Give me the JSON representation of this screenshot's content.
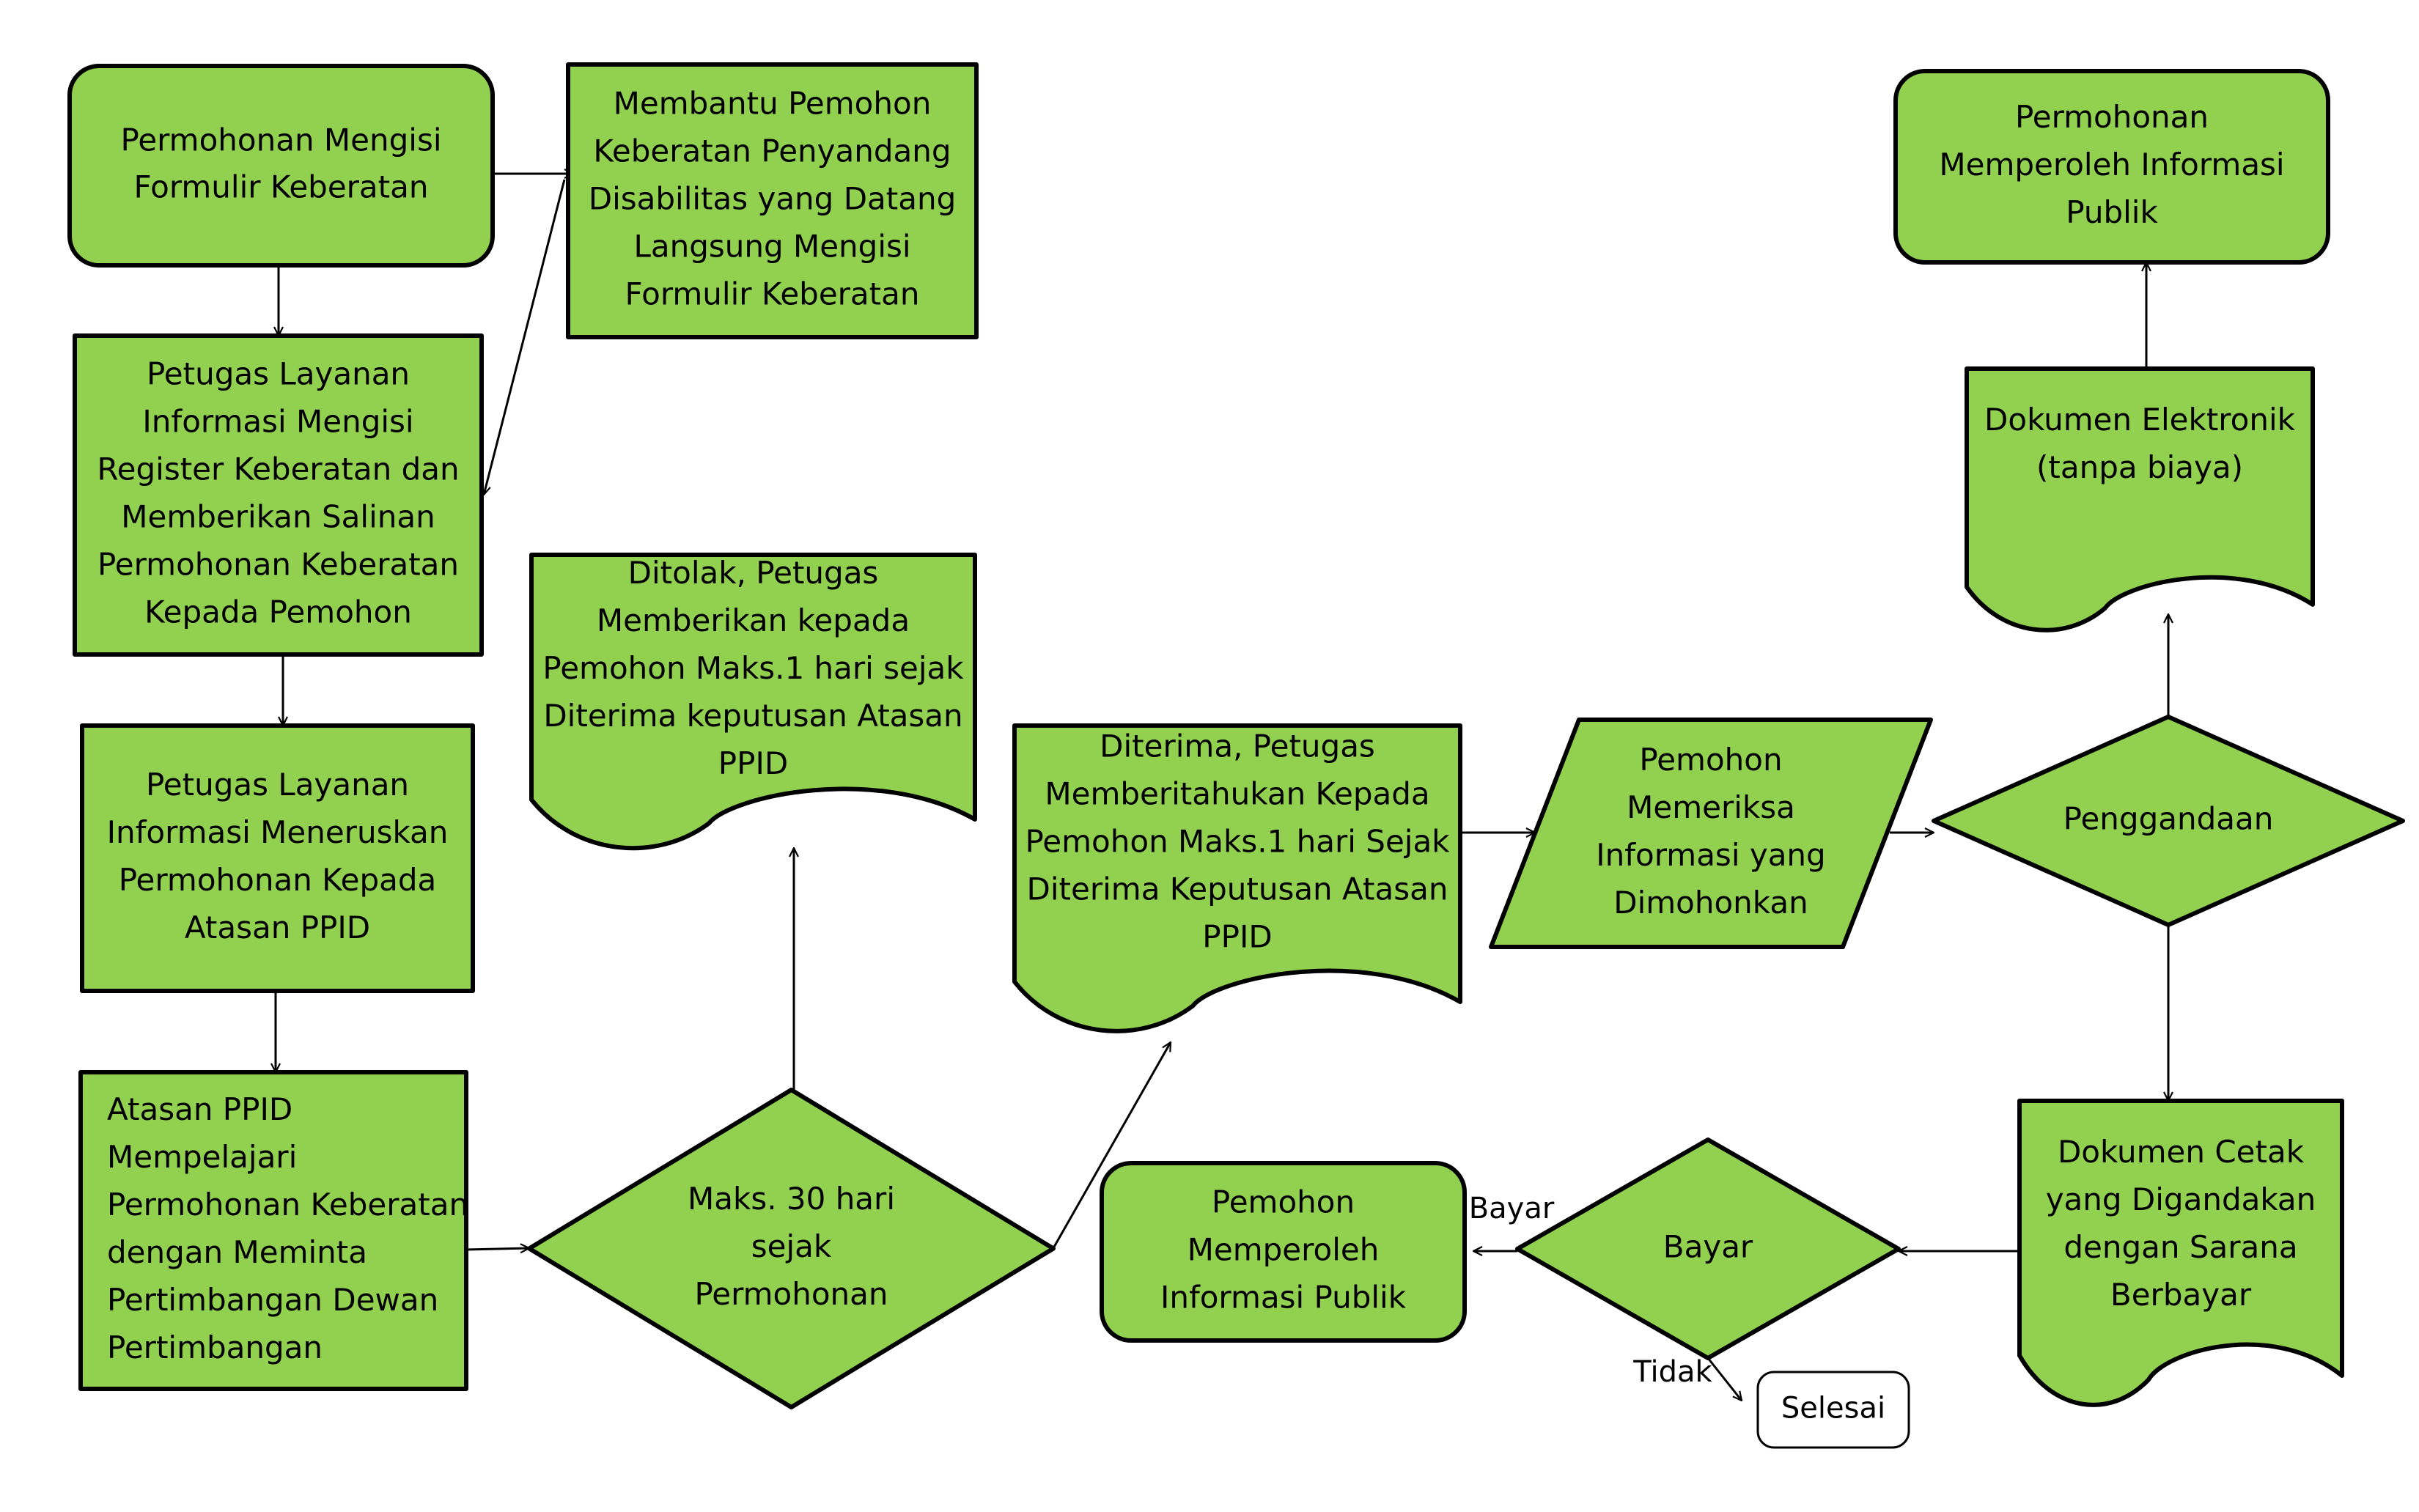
{
  "colors": {
    "fill": "#92d050",
    "stroke": "#000000",
    "end_fill": "#ffffff",
    "background": "#ffffff"
  },
  "nodes": {
    "formulir": {
      "shape": "rounded",
      "lines": [
        "Permohonan Mengisi",
        "Formulir Keberatan"
      ]
    },
    "membantu": {
      "shape": "rect",
      "lines": [
        "Membantu Pemohon",
        "Keberatan Penyandang",
        "Disabilitas yang Datang",
        "Langsung Mengisi",
        "Formulir Keberatan"
      ]
    },
    "register": {
      "shape": "rect",
      "lines": [
        "Petugas Layanan",
        "Informasi Mengisi",
        "Register Keberatan dan",
        "Memberikan Salinan",
        "Permohonan Keberatan",
        "Kepada Pemohon"
      ]
    },
    "meneruskan": {
      "shape": "rect",
      "lines": [
        "Petugas Layanan",
        "Informasi Meneruskan",
        "Permohonan Kepada",
        "Atasan PPID"
      ]
    },
    "mempelajari": {
      "shape": "rect",
      "lines": [
        "Atasan PPID",
        "Mempelajari",
        "Permohonan Keberatan",
        "dengan Meminta",
        "Pertimbangan Dewan",
        "Pertimbangan"
      ]
    },
    "maks30": {
      "shape": "diamond",
      "lines": [
        "Maks. 30 hari",
        "sejak",
        "Permohonan"
      ]
    },
    "ditolak": {
      "shape": "document",
      "lines": [
        "Ditolak, Petugas",
        "Memberikan kepada",
        "Pemohon Maks.1 hari sejak",
        "Diterima keputusan Atasan",
        "PPID"
      ]
    },
    "diterima": {
      "shape": "document",
      "lines": [
        "Diterima, Petugas",
        "Memberitahukan Kepada",
        "Pemohon Maks.1 hari Sejak",
        "Diterima Keputusan Atasan",
        "PPID"
      ]
    },
    "memeriksa": {
      "shape": "parallelogram",
      "lines": [
        "Pemohon",
        "Memeriksa",
        "Informasi yang",
        "Dimohonkan"
      ]
    },
    "penggandaan": {
      "shape": "diamond",
      "lines": [
        "Penggandaan"
      ]
    },
    "elektronik": {
      "shape": "document",
      "lines": [
        "Dokumen Elektronik",
        "(tanpa biaya)"
      ]
    },
    "memperoleh_top": {
      "shape": "rounded",
      "lines": [
        "Permohonan",
        "Memperoleh Informasi",
        "Publik"
      ]
    },
    "cetak": {
      "shape": "document",
      "lines": [
        "Dokumen Cetak",
        "yang Digandakan",
        "dengan Sarana",
        "Berbayar"
      ]
    },
    "bayar": {
      "shape": "diamond",
      "lines": [
        "Bayar"
      ]
    },
    "memperoleh_bottom": {
      "shape": "rounded",
      "lines": [
        "Pemohon",
        "Memperoleh",
        "Informasi Publik"
      ]
    },
    "selesai": {
      "shape": "rounded",
      "lines": [
        "Selesai"
      ]
    }
  },
  "edge_labels": {
    "bayar_yes": "Bayar",
    "bayar_no": "Tidak"
  }
}
